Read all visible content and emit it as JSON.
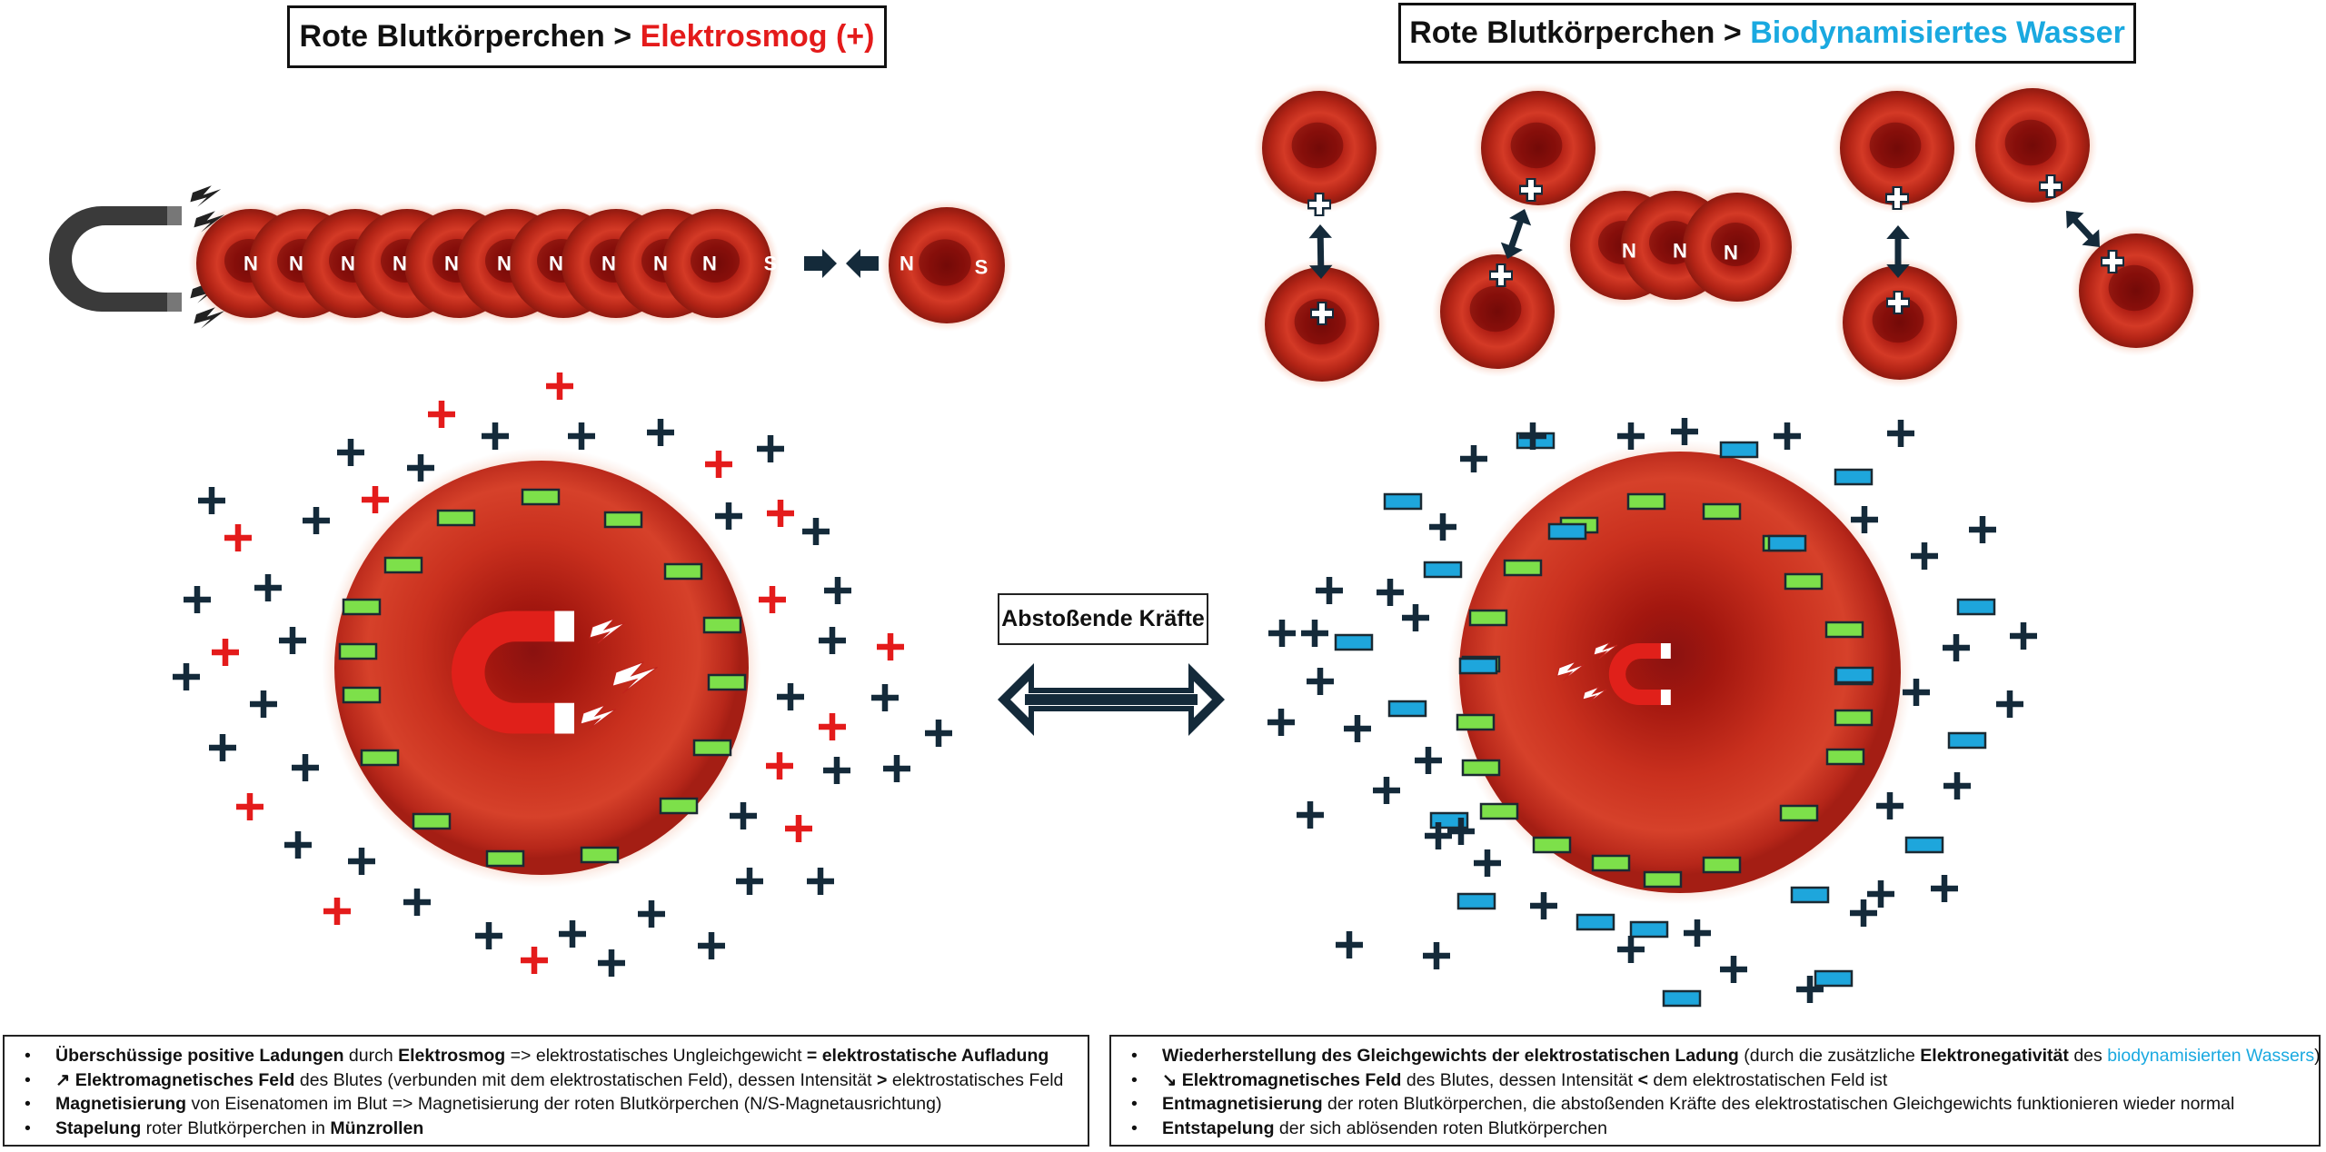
{
  "titles": {
    "left": {
      "prefix": "Rote Blutkörperchen > ",
      "highlight": "Elektrosmog (+)"
    },
    "right": {
      "prefix": "Rote Blutkörperchen > ",
      "highlight": "Biodynamisiertes Wasser"
    }
  },
  "center_label": "Abstoßende Kräfte",
  "colors": {
    "red_charge": "#e41b1b",
    "dark_charge": "#142a3a",
    "green_charge": "#7de04a",
    "blue_charge": "#1ea6dc",
    "highlight_red": "#e41b1b",
    "highlight_blue": "#1aa9e0",
    "cell": "#c0241c"
  },
  "poles": {
    "north": "N",
    "south": "S",
    "plus": "+"
  },
  "icons": [
    "horseshoe-magnet-icon",
    "lightning-icon",
    "double-arrow-icon"
  ],
  "notes_left": [
    {
      "b1": "Überschüssige positive Ladungen",
      "t1": " durch ",
      "b2": "Elektrosmog",
      "t2": " => elektrostatisches Ungleichgewicht ",
      "b3": "= elektrostatische Aufladung",
      "t3": ""
    },
    {
      "sym": "↗",
      "b1": " Elektromagnetisches Feld",
      "t1": " des Blutes (verbunden mit dem elektrostatischen Feld), dessen Intensität ",
      "b2": ">",
      "t2": " elektrostatisches Feld"
    },
    {
      "b1": "Magnetisierung",
      "t1": " von Eisenatomen im Blut => Magnetisierung der roten Blutkörperchen (N/S-Magnetausrichtung)"
    },
    {
      "b1": "Stapelung",
      "t1": " roter Blutkörperchen in ",
      "b2": "Münzrollen"
    }
  ],
  "notes_right": [
    {
      "b1": "Wiederherstellung des Gleichgewichts der elektrostatischen Ladung",
      "t1": " (durch die zusätzliche ",
      "b2": "Elektronegativität",
      "t2": " des ",
      "blue": "biodynamisierten Wassers",
      "t3": ")"
    },
    {
      "sym": "↘",
      "b1": " Elektromagnetisches Feld",
      "t1": " des Blutes, dessen Intensität ",
      "b2": "<",
      "t2": " dem elektrostatischen Feld ist"
    },
    {
      "b1": "Entmagnetisierung",
      "t1": " der roten Blutkörperchen, die abstoßenden Kräfte des elektrostatischen Gleichgewichts funktionieren wieder normal"
    },
    {
      "b1": "Entstapelung",
      "t1": " der sich ablösenden roten Blutkörperchen"
    }
  ]
}
